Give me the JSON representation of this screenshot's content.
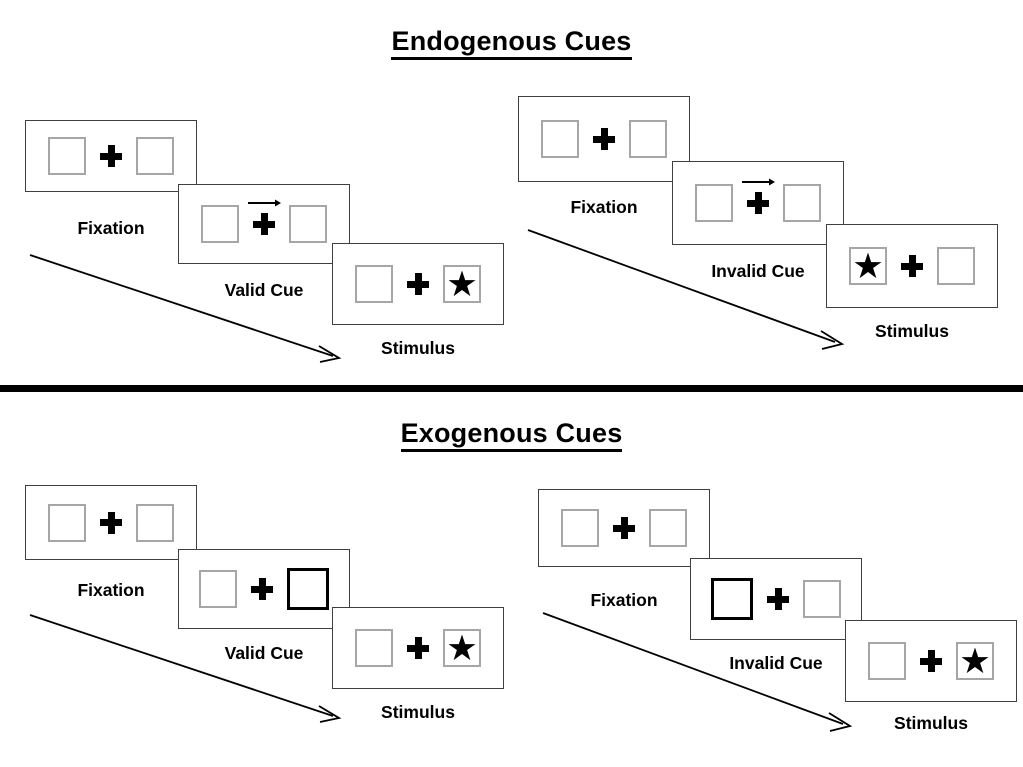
{
  "figure": {
    "title_top": "Endogenous Cues",
    "title_bottom": "Exogenous Cues"
  },
  "labels": {
    "fixation": "Fixation",
    "valid_cue": "Valid Cue",
    "invalid_cue": "Invalid Cue",
    "stimulus": "Stimulus"
  },
  "colors": {
    "panel_border": "#3f3f3f",
    "box_border": "#a6a6a6",
    "cued_box_border": "#000000",
    "ink": "#000000",
    "background": "#ffffff"
  },
  "icons": {
    "fixation_cross": "plus-cross-icon",
    "arrow_cue": "right-arrow-icon",
    "target": "star-icon",
    "flow": "diagonal-arrow-icon"
  },
  "sections": [
    {
      "id": "endogenous",
      "title": "Endogenous Cues",
      "cue_type": "arrow",
      "trials": [
        {
          "id": "endogenous-valid",
          "condition": "valid",
          "frames": [
            {
              "name": "fixation",
              "label": "Fixation",
              "cue": "none",
              "cue_side": "none",
              "target_side": "none"
            },
            {
              "name": "cue",
              "label": "Valid Cue",
              "cue": "arrow-right",
              "cue_side": "right",
              "target_side": "none"
            },
            {
              "name": "stimulus",
              "label": "Stimulus",
              "cue": "none",
              "cue_side": "none",
              "target_side": "right"
            }
          ]
        },
        {
          "id": "endogenous-invalid",
          "condition": "invalid",
          "frames": [
            {
              "name": "fixation",
              "label": "Fixation",
              "cue": "none",
              "cue_side": "none",
              "target_side": "none"
            },
            {
              "name": "cue",
              "label": "Invalid Cue",
              "cue": "arrow-right",
              "cue_side": "right",
              "target_side": "none"
            },
            {
              "name": "stimulus",
              "label": "Stimulus",
              "cue": "none",
              "cue_side": "none",
              "target_side": "left"
            }
          ]
        }
      ]
    },
    {
      "id": "exogenous",
      "title": "Exogenous Cues",
      "cue_type": "box-flash",
      "trials": [
        {
          "id": "exogenous-valid",
          "condition": "valid",
          "frames": [
            {
              "name": "fixation",
              "label": "Fixation",
              "cue": "none",
              "cue_side": "none",
              "target_side": "none"
            },
            {
              "name": "cue",
              "label": "Valid Cue",
              "cue": "box-highlight",
              "cue_side": "right",
              "target_side": "none"
            },
            {
              "name": "stimulus",
              "label": "Stimulus",
              "cue": "none",
              "cue_side": "none",
              "target_side": "right"
            }
          ]
        },
        {
          "id": "exogenous-invalid",
          "condition": "invalid",
          "frames": [
            {
              "name": "fixation",
              "label": "Fixation",
              "cue": "none",
              "cue_side": "none",
              "target_side": "none"
            },
            {
              "name": "cue",
              "label": "Invalid Cue",
              "cue": "box-highlight",
              "cue_side": "left",
              "target_side": "none"
            },
            {
              "name": "stimulus",
              "label": "Stimulus",
              "cue": "none",
              "cue_side": "none",
              "target_side": "right"
            }
          ]
        }
      ]
    }
  ]
}
